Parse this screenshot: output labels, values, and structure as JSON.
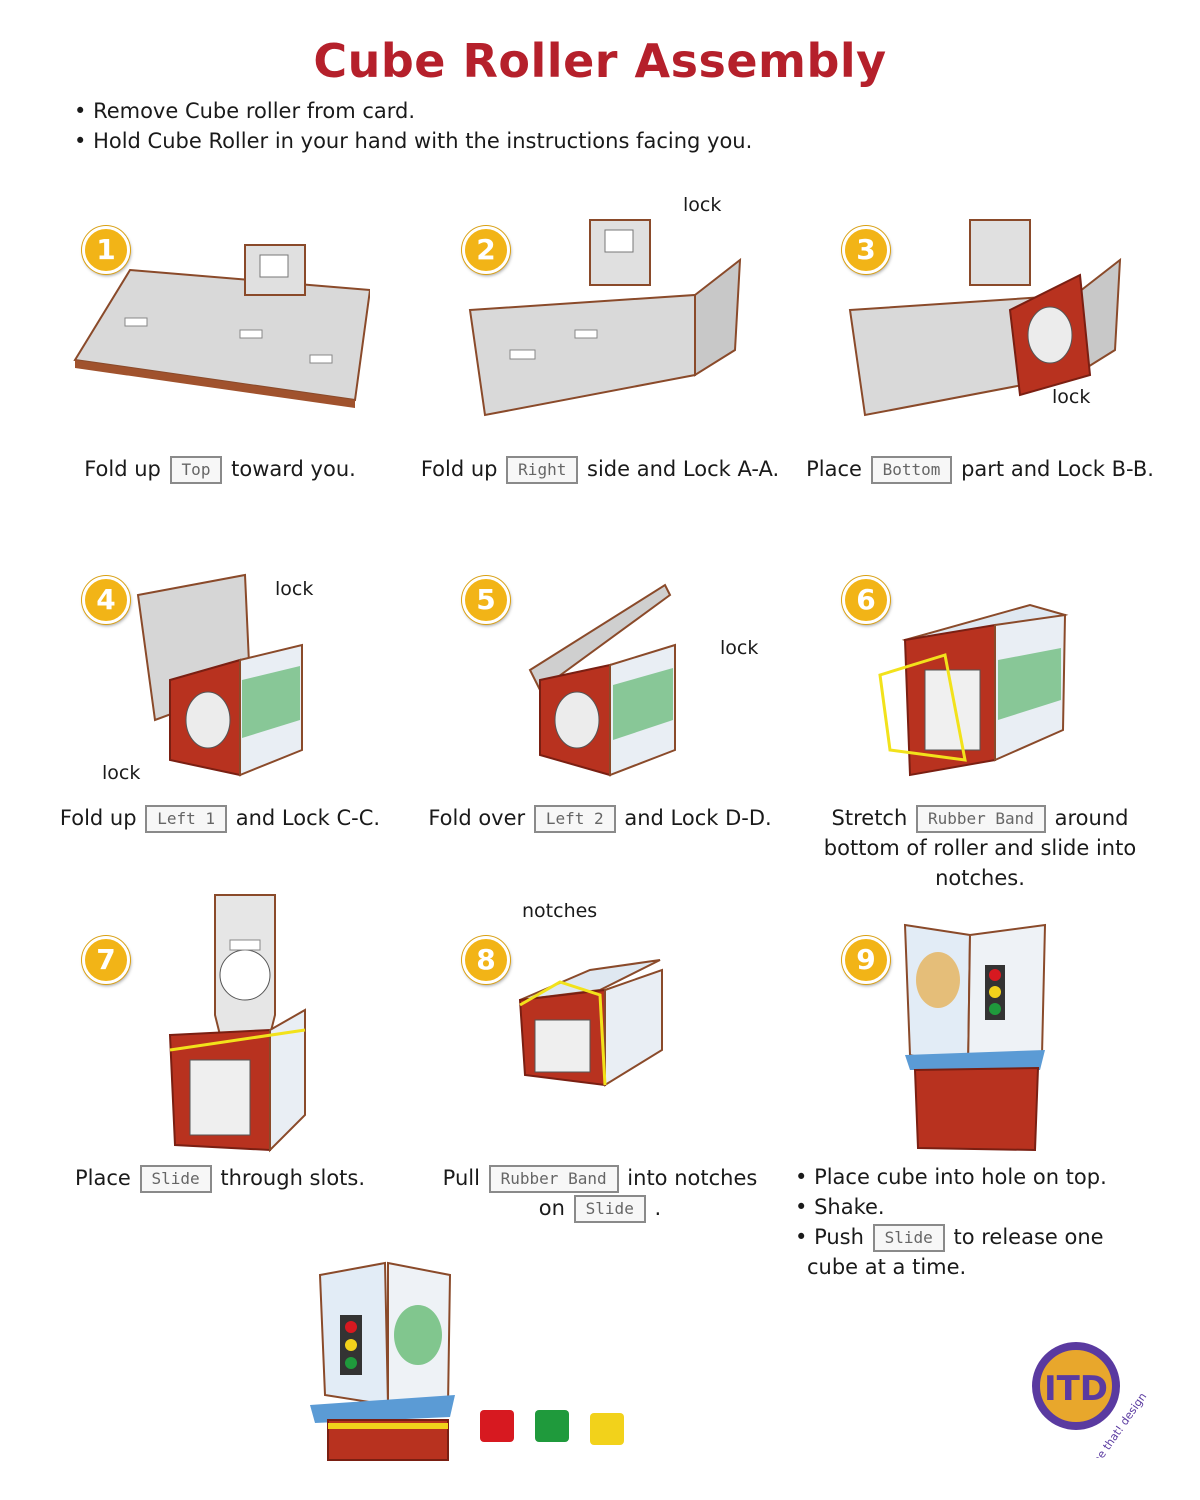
{
  "title": "Cube Roller Assembly",
  "intro": [
    "Remove Cube roller from card.",
    "Hold Cube Roller in your hand with the instructions facing you."
  ],
  "labels": {
    "lock": "lock",
    "notches": "notches"
  },
  "steps": [
    {
      "num": "1",
      "pre": "Fold up",
      "tag": "Top",
      "post": "toward you."
    },
    {
      "num": "2",
      "pre": "Fold up",
      "tag": "Right",
      "post": "side and Lock A-A."
    },
    {
      "num": "3",
      "pre": "Place",
      "tag": "Bottom",
      "post": "part and Lock B-B."
    },
    {
      "num": "4",
      "pre": "Fold up",
      "tag": "Left 1",
      "post": "and Lock C-C."
    },
    {
      "num": "5",
      "pre": "Fold over",
      "tag": "Left 2",
      "post": "and Lock D-D."
    },
    {
      "num": "6",
      "pre": "Stretch",
      "tag": "Rubber Band",
      "post": "around",
      "line2": "bottom of roller and slide into",
      "line3": "notches."
    },
    {
      "num": "7",
      "pre": "Place",
      "tag": "Slide",
      "post": "through slots."
    },
    {
      "num": "8",
      "pre": "Pull",
      "tag": "Rubber Band",
      "post": "into notches",
      "line2_pre": "on",
      "tag2": "Slide",
      "line2_post": "."
    },
    {
      "num": "9",
      "items": [
        "Place cube into hole on top.",
        "Shake."
      ],
      "push_pre": "Push",
      "push_tag": "Slide",
      "push_post": "to release one",
      "push_cont": "cube at a time."
    }
  ],
  "logo": {
    "mark": "ITD",
    "text": "imagine that! design"
  },
  "colors": {
    "title": "#b5202b",
    "badge": "#f2b417",
    "cube_red": "#d71920",
    "cube_green": "#1f9a3c",
    "cube_yellow": "#f2d21b"
  }
}
